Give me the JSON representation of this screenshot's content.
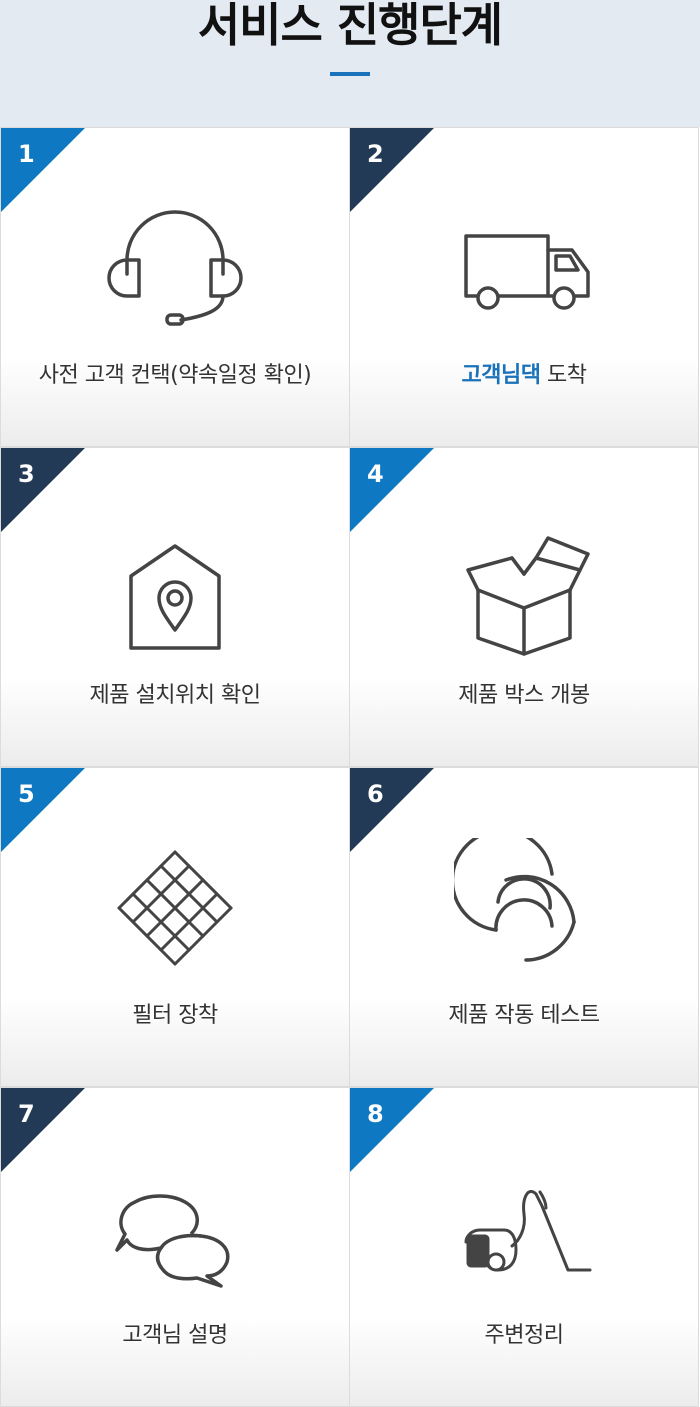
{
  "header": {
    "title": "서비스 진행단계"
  },
  "steps": [
    {
      "number": "1",
      "label": "사전 고객 컨택(약속일정 확인)",
      "icon": "headset-icon",
      "badge_color": "#0f78c2"
    },
    {
      "number": "2",
      "label_highlight": "고객님댁",
      "label_rest": " 도착",
      "icon": "delivery-truck-icon",
      "badge_color": "#223a55"
    },
    {
      "number": "3",
      "label": "제품 설치위치 확인",
      "icon": "house-location-icon",
      "badge_color": "#223a55"
    },
    {
      "number": "4",
      "label": "제품 박스 개봉",
      "icon": "open-box-icon",
      "badge_color": "#0f78c2"
    },
    {
      "number": "5",
      "label": "필터 장착",
      "icon": "filter-mesh-icon",
      "badge_color": "#0f78c2"
    },
    {
      "number": "6",
      "label": "제품 작동 테스트",
      "icon": "spin-operation-icon",
      "badge_color": "#223a55"
    },
    {
      "number": "7",
      "label": "고객님 설명",
      "icon": "speech-bubbles-icon",
      "badge_color": "#223a55"
    },
    {
      "number": "8",
      "label": "주변정리",
      "icon": "vacuum-cleaner-icon",
      "badge_color": "#0f78c2"
    }
  ],
  "colors": {
    "accent": "#1a72bb",
    "badge_blue": "#0f78c2",
    "badge_navy": "#223a55",
    "header_bg": "#e3eaf1"
  }
}
